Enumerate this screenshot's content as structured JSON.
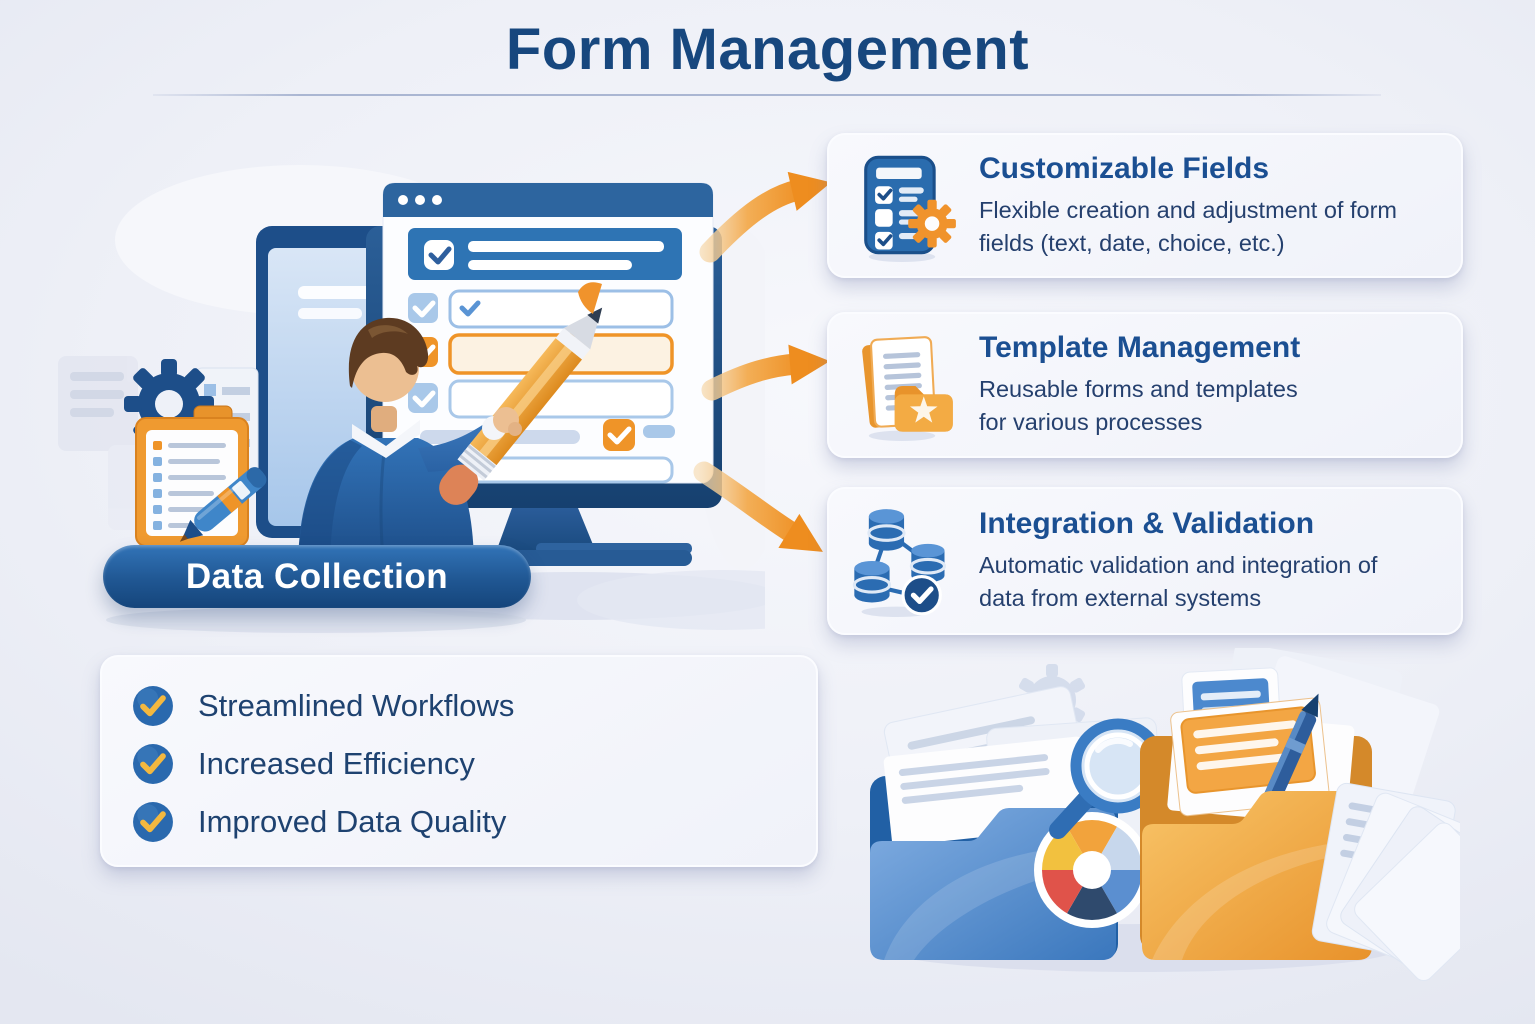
{
  "title": "Form Management",
  "source": {
    "label": "Data Collection"
  },
  "cards": [
    {
      "icon": "checklist-gear-icon",
      "title": "Customizable Fields",
      "desc": "Flexible creation and adjustment of form fields (text, date, choice, etc.)"
    },
    {
      "icon": "documents-folder-star-icon",
      "title": "Template Management",
      "desc": "Reusable forms and templates for various processes"
    },
    {
      "icon": "database-network-check-icon",
      "title": "Integration & Validation",
      "desc": "Automatic validation and integration of data from external systems"
    }
  ],
  "benefits": [
    {
      "icon": "check-circle-icon",
      "label": "Streamlined Workflows"
    },
    {
      "icon": "check-circle-icon",
      "label": "Increased Efficiency"
    },
    {
      "icon": "check-circle-icon",
      "label": "Improved Data Quality"
    }
  ],
  "colors": {
    "accent_orange": "#ef9428",
    "brand_blue": "#1d4e89",
    "title_blue": "#17477e",
    "card_title_blue": "#1b4f92",
    "text_navy": "#25406e",
    "pill_blue": "#1f5795",
    "check_gold": "#f3b83f",
    "card_bg": "#f4f5fa"
  }
}
